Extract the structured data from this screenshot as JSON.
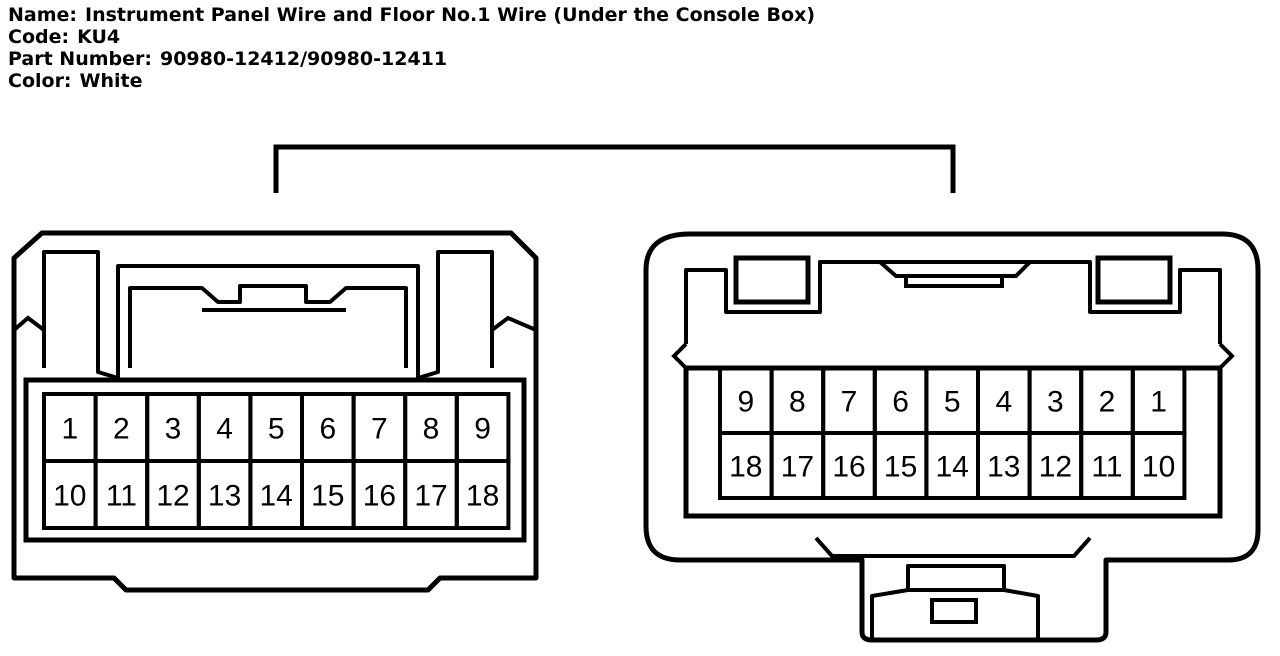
{
  "header": {
    "name_label": "Name:",
    "name_value": "Instrument Panel Wire and Floor No.1 Wire (Under the Console Box)",
    "code_label": "Code:",
    "code_value": "KU4",
    "part_label": "Part Number:",
    "part_value": "90980-12412/90980-12411",
    "color_label": "Color:",
    "color_value": "White"
  },
  "left_connector": {
    "top_row": [
      "1",
      "2",
      "3",
      "4",
      "5",
      "6",
      "7",
      "8",
      "9"
    ],
    "bottom_row": [
      "10",
      "11",
      "12",
      "13",
      "14",
      "15",
      "16",
      "17",
      "18"
    ]
  },
  "right_connector": {
    "top_row": [
      "9",
      "8",
      "7",
      "6",
      "5",
      "4",
      "3",
      "2",
      "1"
    ],
    "bottom_row": [
      "18",
      "17",
      "16",
      "15",
      "14",
      "13",
      "12",
      "11",
      "10"
    ]
  }
}
